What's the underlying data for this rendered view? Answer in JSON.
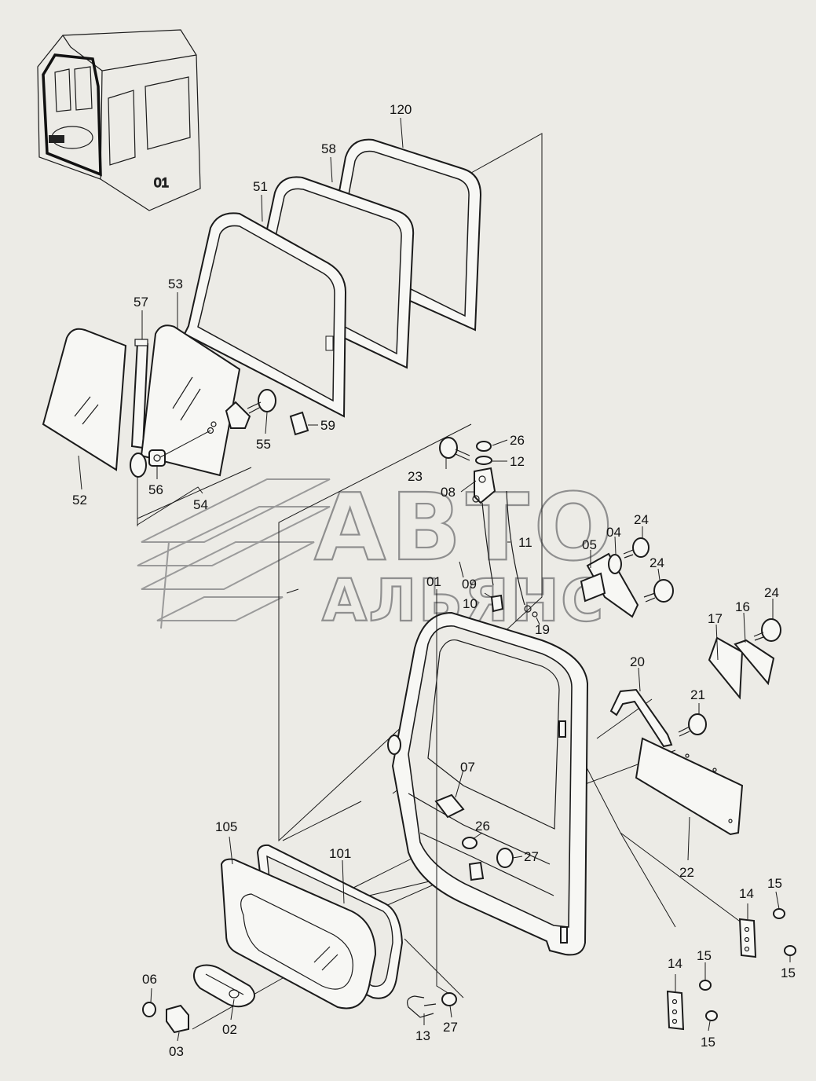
{
  "diagram": {
    "inset_label": "01",
    "watermark": {
      "line1": "АВТО",
      "line2": "АЛЬЯНС"
    },
    "callouts": [
      "120",
      "58",
      "51",
      "57",
      "53",
      "52",
      "56",
      "54",
      "55",
      "59",
      "26",
      "12",
      "23",
      "08",
      "11",
      "04",
      "24",
      "05",
      "24",
      "01",
      "09",
      "10",
      "19",
      "24",
      "17",
      "16",
      "20",
      "21",
      "07",
      "105",
      "101",
      "26",
      "27",
      "22",
      "15",
      "14",
      "15",
      "14",
      "15",
      "15",
      "06",
      "02",
      "03",
      "13",
      "27"
    ]
  },
  "colors": {
    "background": "#ecebe6",
    "line": "#1b1b1b",
    "watermark": "#8f8f8f"
  }
}
